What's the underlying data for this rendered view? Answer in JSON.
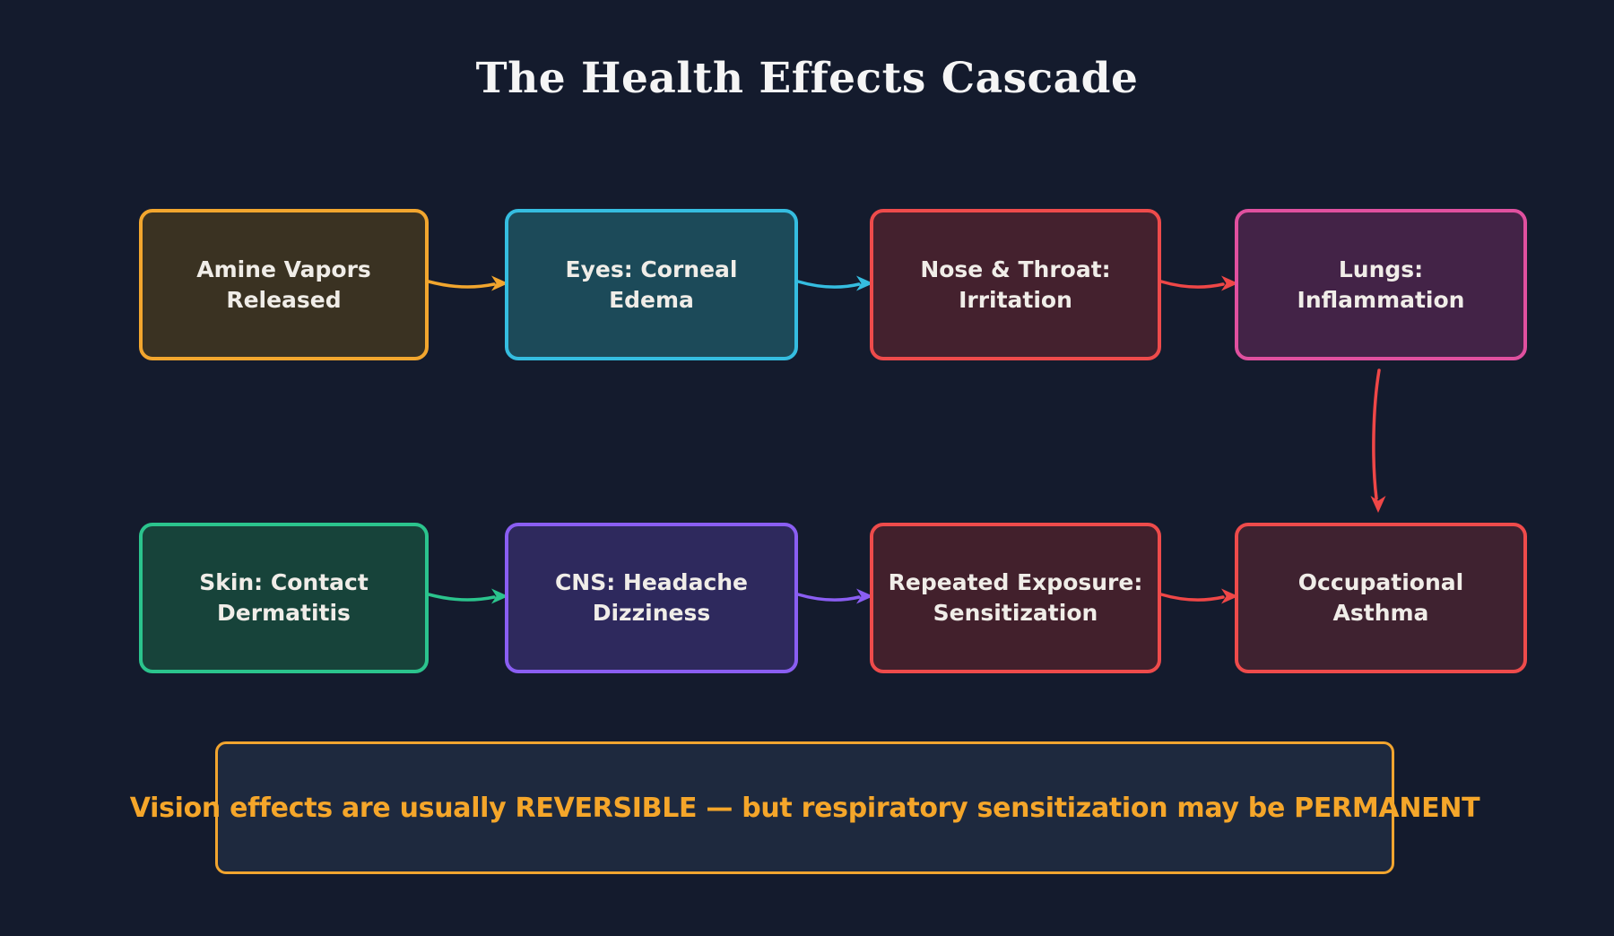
{
  "title": "The Health Effects Cascade",
  "colors": {
    "background": "#141b2d",
    "title_text": "#f5f5f5",
    "node_text": "#f0ede8"
  },
  "nodes": [
    {
      "id": "amine-vapors",
      "label": "Amine Vapors\nReleased",
      "border_color": "#f2a62e",
      "fill_color": "#3a3222"
    },
    {
      "id": "eyes-corneal",
      "label": "Eyes: Corneal\nEdema",
      "border_color": "#35bde0",
      "fill_color": "#1c4a59"
    },
    {
      "id": "nose-throat",
      "label": "Nose & Throat:\nIrritation",
      "border_color": "#ee4b4b",
      "fill_color": "#44212e"
    },
    {
      "id": "lungs",
      "label": "Lungs:\nInflammation",
      "border_color": "#e0509f",
      "fill_color": "#432347"
    },
    {
      "id": "skin-dermatitis",
      "label": "Skin: Contact\nDermatitis",
      "border_color": "#2bc48d",
      "fill_color": "#17433a"
    },
    {
      "id": "cns-headache",
      "label": "CNS: Headache\nDizziness",
      "border_color": "#8a5ef2",
      "fill_color": "#2e295d"
    },
    {
      "id": "repeated-exposure",
      "label": "Repeated Exposure:\nSensitization",
      "border_color": "#ee4b4b",
      "fill_color": "#42202c"
    },
    {
      "id": "occupational-asthma",
      "label": "Occupational\nAsthma",
      "border_color": "#ee4b4b",
      "fill_color": "#3f2230"
    }
  ],
  "edges": [
    {
      "from": "amine-vapors",
      "to": "eyes-corneal",
      "color": "#f2a62e"
    },
    {
      "from": "eyes-corneal",
      "to": "nose-throat",
      "color": "#35bde0"
    },
    {
      "from": "nose-throat",
      "to": "lungs",
      "color": "#ef4747"
    },
    {
      "from": "lungs",
      "to": "occupational-asthma",
      "color": "#ef4747"
    },
    {
      "from": "skin-dermatitis",
      "to": "cns-headache",
      "color": "#2bc48d"
    },
    {
      "from": "cns-headache",
      "to": "repeated-exposure",
      "color": "#8a5ef2"
    },
    {
      "from": "repeated-exposure",
      "to": "occupational-asthma",
      "color": "#ef4747"
    }
  ],
  "note": {
    "text": "Vision effects are usually REVERSIBLE — but respiratory sensitization may be PERMANENT",
    "border_color": "#f2a52f",
    "fill_color": "#1e293e",
    "text_color": "#f5a62a"
  }
}
